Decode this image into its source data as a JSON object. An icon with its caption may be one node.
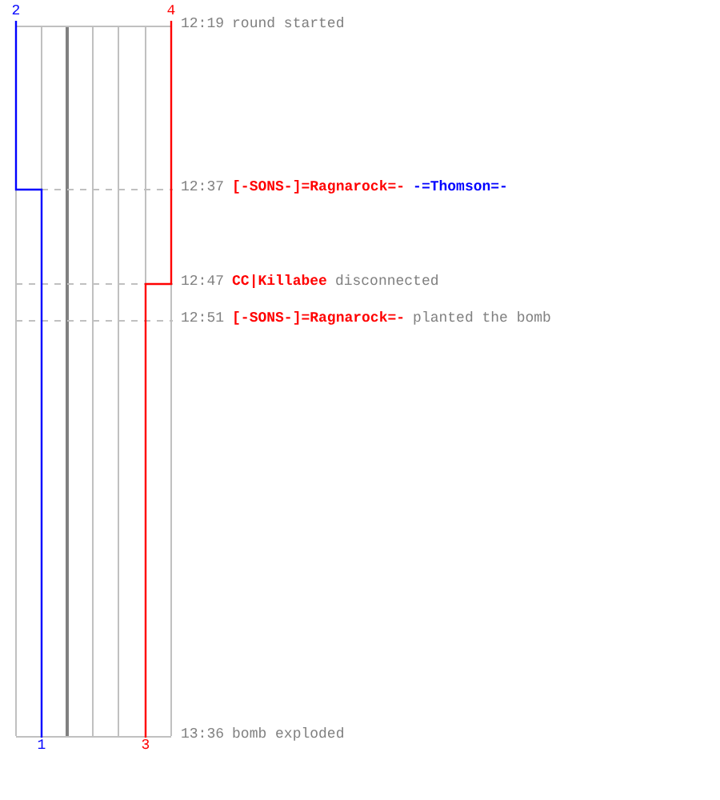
{
  "diagram": {
    "nodes": [
      {
        "text": [
          "2"
        ]
      },
      {
        "text": [
          "4"
        ]
      },
      {
        "text": [
          "1"
        ]
      },
      {
        "text": [
          "3"
        ]
      }
    ],
    "edges": [
      {
        "from": 0,
        "to": 2,
        "arrow": "none",
        "color": "#0000ff"
      },
      {
        "from": 1,
        "to": 3,
        "arrow": "none",
        "color": "#ff0000"
      }
    ],
    "labels": [
      "12:19",
      "round started",
      "12:37",
      "[-SONS-]=Ragnarock=-",
      "-=Thomson=-",
      "12:47",
      "CC|Killabee",
      "disconnected",
      "12:51",
      "[-SONS-]=Ragnarock=-",
      "planted the bomb",
      "13:36",
      "bomb exploded"
    ]
  }
}
